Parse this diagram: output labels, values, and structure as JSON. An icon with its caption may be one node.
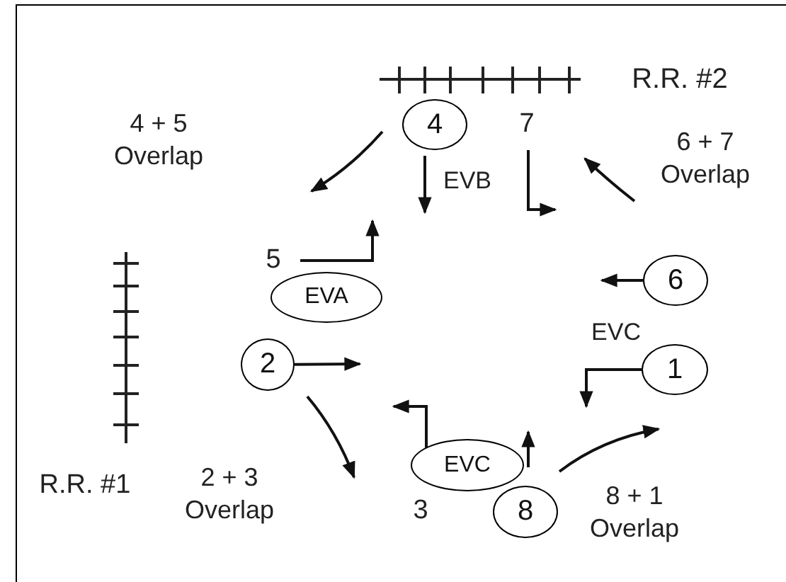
{
  "diagram": {
    "nodes": [
      {
        "text": [
          "4"
        ]
      },
      {
        "text": [
          "EVA"
        ]
      },
      {
        "text": [
          "6"
        ]
      },
      {
        "text": [
          "2"
        ]
      },
      {
        "text": [
          "1"
        ]
      },
      {
        "text": [
          "EVC"
        ]
      },
      {
        "text": [
          "8"
        ]
      }
    ],
    "edges": [
      {
        "from": 2,
        "to": null,
        "arrow": "to"
      },
      {
        "from": 3,
        "to": null,
        "arrow": "to"
      },
      {
        "from": 4,
        "to": null,
        "arrow": "to"
      }
    ],
    "labels": [
      "R.R. #2",
      "4 + 5 Overlap",
      "7",
      "6 + 7 Overlap",
      "EVB",
      "5",
      "EVC",
      "R.R. #1",
      "2 + 3 Overlap",
      "3",
      "8 + 1 Overlap"
    ]
  }
}
